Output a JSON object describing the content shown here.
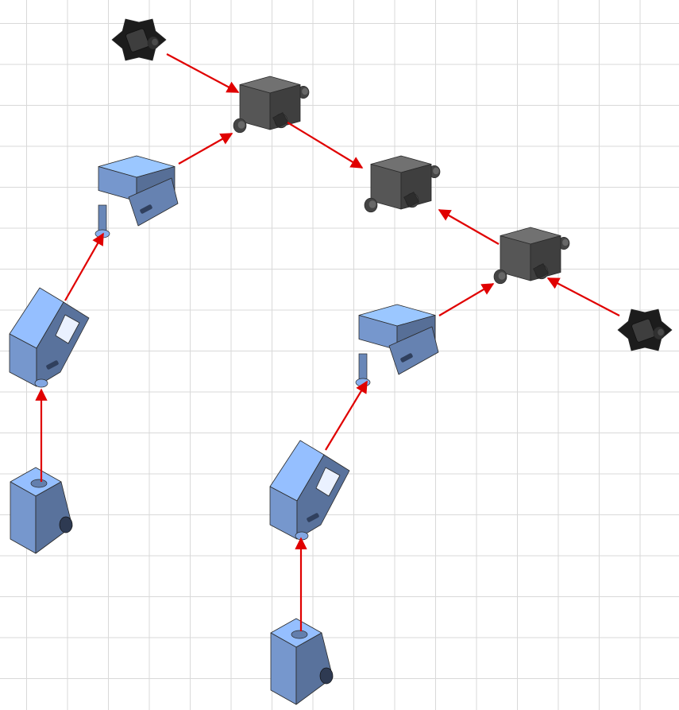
{
  "diagram": {
    "kind": "assembly-exploded-view",
    "colors": {
      "background": "#ffffff",
      "grid": "#d9d9d9",
      "arrow": "#e00000",
      "blue_part": "#7c9fd8",
      "dark_part": "#5a5a5a",
      "black_part": "#1c1c1c"
    },
    "parts": [
      {
        "id": "black-connector-top",
        "type": "black-connector"
      },
      {
        "id": "hub-top",
        "type": "hub-cube"
      },
      {
        "id": "hub-center",
        "type": "hub-cube"
      },
      {
        "id": "hub-right",
        "type": "hub-cube"
      },
      {
        "id": "black-connector-right",
        "type": "black-connector"
      },
      {
        "id": "clamp-left-upper",
        "type": "blue-clamp"
      },
      {
        "id": "clamp-left-middle",
        "type": "blue-angle-block"
      },
      {
        "id": "clamp-left-base",
        "type": "blue-base-block"
      },
      {
        "id": "clamp-right-upper",
        "type": "blue-clamp"
      },
      {
        "id": "clamp-right-middle",
        "type": "blue-angle-block"
      },
      {
        "id": "clamp-right-base",
        "type": "blue-base-block"
      }
    ],
    "connections": [
      {
        "from": "black-connector-top",
        "to": "hub-top"
      },
      {
        "from": "clamp-left-upper",
        "to": "hub-top"
      },
      {
        "from": "hub-top",
        "to": "hub-center"
      },
      {
        "from": "hub-right",
        "to": "hub-center"
      },
      {
        "from": "black-connector-right",
        "to": "hub-right"
      },
      {
        "from": "clamp-right-upper",
        "to": "hub-right"
      },
      {
        "from": "clamp-left-middle",
        "to": "clamp-left-upper"
      },
      {
        "from": "clamp-left-base",
        "to": "clamp-left-middle"
      },
      {
        "from": "clamp-right-middle",
        "to": "clamp-right-upper"
      },
      {
        "from": "clamp-right-base",
        "to": "clamp-right-middle"
      }
    ]
  }
}
